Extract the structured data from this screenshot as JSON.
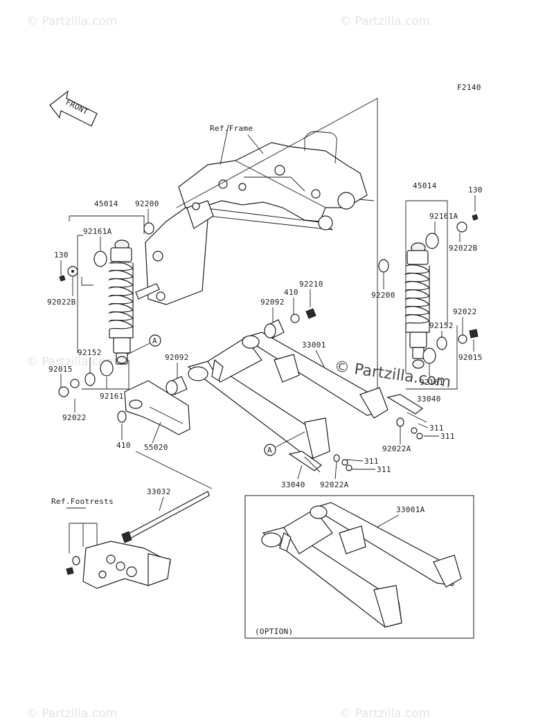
{
  "diagram": {
    "code": "F2140",
    "front_label": "FRONT",
    "watermark": "© Partzilla.com",
    "option_label": "(OPTION)",
    "callouts": {
      "ref_frame": "Ref.Frame",
      "ref_footrests": "Ref.Footrests",
      "p45014_l": "45014",
      "p92200_l": "92200",
      "p92161a_l": "92161A",
      "p130_l": "130",
      "p92022b_l": "92022B",
      "p92152_l": "92152",
      "p92015_l": "92015",
      "p92161_l": "92161",
      "p92022_l": "92022",
      "p410_l": "410",
      "p55020": "55020",
      "p92092_a": "92092",
      "p92092_b": "92092",
      "p410_r": "410",
      "p92210": "92210",
      "p33001": "33001",
      "p45014_r": "45014",
      "p130_r": "130",
      "p92161a_r": "92161A",
      "p92022b_r": "92022B",
      "p92200_r": "92200",
      "p92022_r": "92022",
      "p92152_r": "92152",
      "p92015_r": "92015",
      "p92161_r": "92161",
      "p33040_r": "33040",
      "p311_a": "311",
      "p311_b": "311",
      "p92022a_r": "92022A",
      "p311_c": "311",
      "p311_d": "311",
      "p33040_b": "33040",
      "p92022a_b": "92022A",
      "p33032": "33032",
      "p33001a": "33001A",
      "marker_a1": "A",
      "marker_a2": "A"
    }
  }
}
